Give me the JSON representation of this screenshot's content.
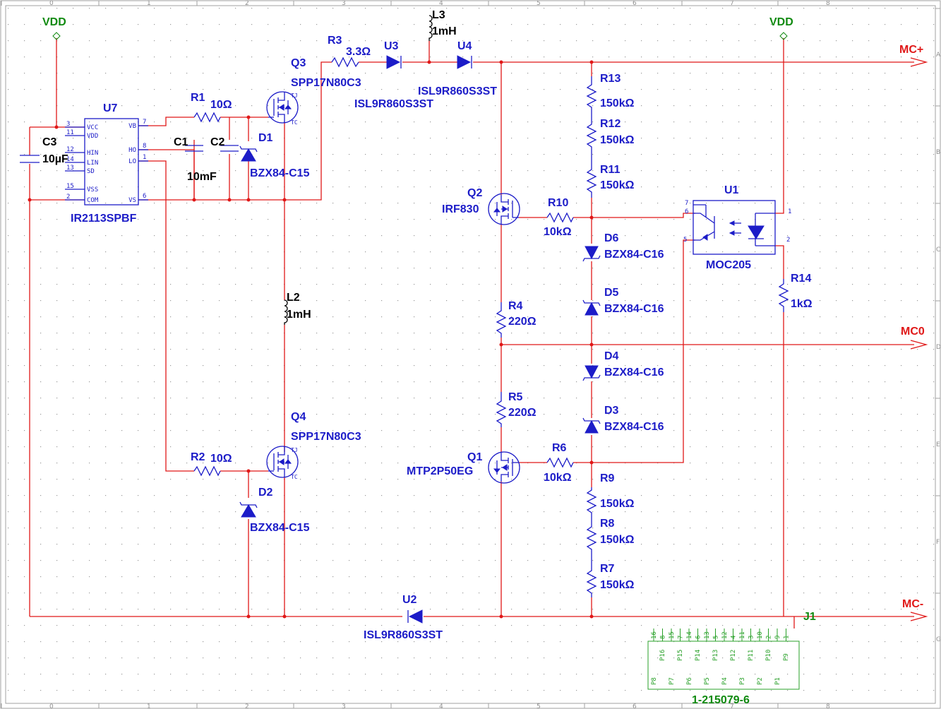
{
  "power": {
    "vdd_left": "VDD",
    "vdd_right": "VDD"
  },
  "nets": {
    "mc_plus": "MC+",
    "mc_zero": "MC0",
    "mc_minus": "MC-"
  },
  "ruler": {
    "top": [
      "0",
      "1",
      "2",
      "3",
      "4",
      "5",
      "6",
      "7",
      "8"
    ],
    "bottom": [
      "0",
      "1",
      "2",
      "3",
      "4",
      "5",
      "6",
      "7",
      "8"
    ],
    "right": [
      "A",
      "B",
      "C",
      "D",
      "E",
      "F",
      "G"
    ]
  },
  "parts": {
    "U7": {
      "ref": "U7",
      "value": "IR2113SPBF",
      "left_pins": [
        {
          "num": "3",
          "name": "VCC"
        },
        {
          "num": "11",
          "name": "VDD"
        },
        {
          "num": "12",
          "name": "HIN"
        },
        {
          "num": "14",
          "name": "LIN"
        },
        {
          "num": "13",
          "name": "SD"
        },
        {
          "num": "15",
          "name": "VSS"
        },
        {
          "num": "2",
          "name": "COM"
        }
      ],
      "right_pins": [
        {
          "num": "7",
          "name": "VB"
        },
        {
          "num": "8",
          "name": "HO"
        },
        {
          "num": "1",
          "name": "LO"
        },
        {
          "num": "6",
          "name": "VS"
        }
      ]
    },
    "C3": {
      "ref": "C3",
      "value": "10µF"
    },
    "C1": {
      "ref": "C1"
    },
    "C2": {
      "ref": "C2",
      "value": "10mF"
    },
    "R1": {
      "ref": "R1",
      "value": "10Ω"
    },
    "R2": {
      "ref": "R2",
      "value": "10Ω"
    },
    "D1": {
      "ref": "D1",
      "value": "BZX84-C15"
    },
    "D2": {
      "ref": "D2",
      "value": "BZX84-C15"
    },
    "Q3": {
      "ref": "Q3",
      "value": "SPP17N80C3"
    },
    "Q4": {
      "ref": "Q4",
      "value": "SPP17N80C3"
    },
    "R3": {
      "ref": "R3",
      "value": "3.3Ω"
    },
    "U3": {
      "ref": "U3",
      "value": "ISL9R860S3ST"
    },
    "L3": {
      "ref": "L3",
      "value": "1mH"
    },
    "U4": {
      "ref": "U4",
      "value": "ISL9R860S3ST"
    },
    "L2": {
      "ref": "L2",
      "value": "1mH"
    },
    "U2": {
      "ref": "U2",
      "value": "ISL9R860S3ST"
    },
    "Q2": {
      "ref": "Q2",
      "value": "IRF830"
    },
    "Q1": {
      "ref": "Q1",
      "value": "MTP2P50EG"
    },
    "R10": {
      "ref": "R10",
      "value": "10kΩ"
    },
    "R6": {
      "ref": "R6",
      "value": "10kΩ"
    },
    "R4": {
      "ref": "R4",
      "value": "220Ω"
    },
    "R5": {
      "ref": "R5",
      "value": "220Ω"
    },
    "R13": {
      "ref": "R13",
      "value": "150kΩ"
    },
    "R12": {
      "ref": "R12",
      "value": "150kΩ"
    },
    "R11": {
      "ref": "R11",
      "value": "150kΩ"
    },
    "R9": {
      "ref": "R9",
      "value": "150kΩ"
    },
    "R8": {
      "ref": "R8",
      "value": "150kΩ"
    },
    "R7": {
      "ref": "R7",
      "value": "150kΩ"
    },
    "D6": {
      "ref": "D6",
      "value": "BZX84-C16"
    },
    "D5": {
      "ref": "D5",
      "value": "BZX84-C16"
    },
    "D4": {
      "ref": "D4",
      "value": "BZX84-C16"
    },
    "D3": {
      "ref": "D3",
      "value": "BZX84-C16"
    },
    "U1": {
      "ref": "U1",
      "value": "MOC205",
      "pins": [
        {
          "num": "7"
        },
        {
          "num": "6"
        },
        {
          "num": "5"
        },
        {
          "num": "1"
        },
        {
          "num": "2"
        }
      ]
    },
    "R14": {
      "ref": "R14",
      "value": "1kΩ"
    },
    "J1": {
      "ref": "J1",
      "value": "1-215079-6",
      "top_pins": [
        "16",
        "8",
        "15",
        "7",
        "14",
        "6",
        "13",
        "5",
        "12",
        "4",
        "11",
        "3",
        "10",
        "2",
        "9",
        "1"
      ],
      "upper_labels": [
        "P16",
        "P15",
        "P14",
        "P13",
        "P12",
        "P11",
        "P10",
        "P9"
      ],
      "lower_labels": [
        "P8",
        "P7",
        "P6",
        "P5",
        "P4",
        "P3",
        "P2",
        "P1"
      ]
    }
  }
}
